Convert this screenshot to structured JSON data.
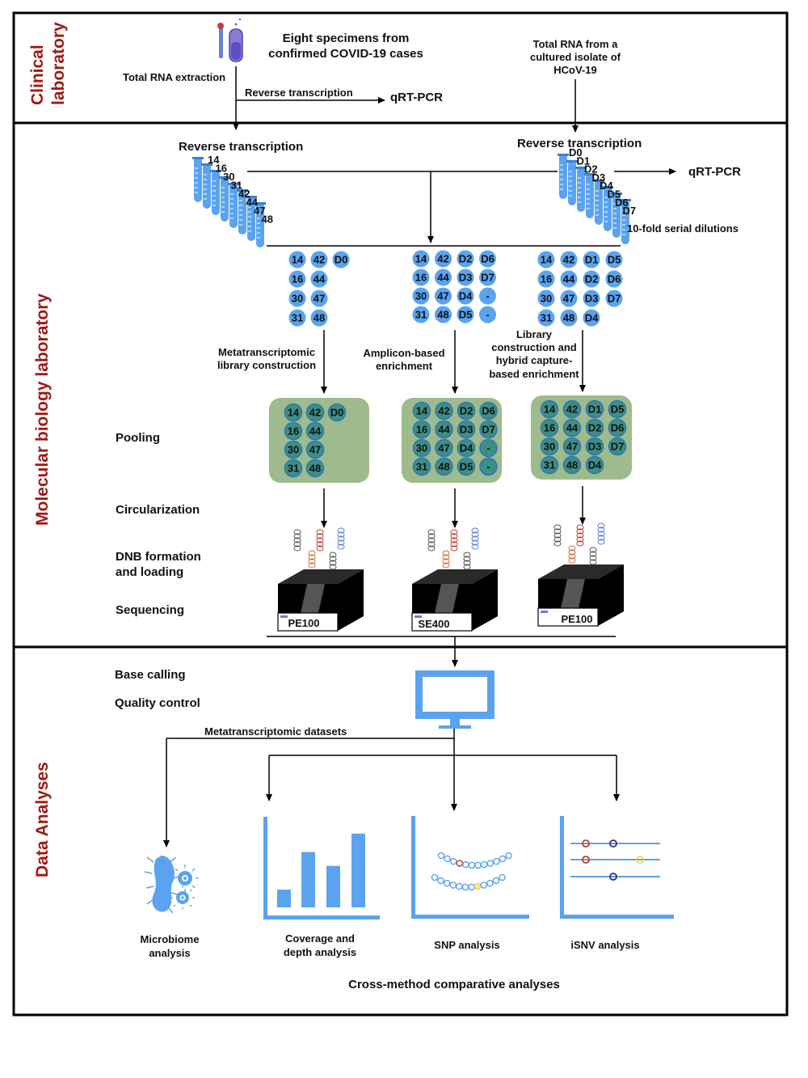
{
  "sections": {
    "clinical": "Clinical laboratory",
    "clinical_lines": [
      "Clinical",
      "laboratory"
    ],
    "molecular": "Molecular biology laboratory",
    "data": "Data Analyses"
  },
  "clinical": {
    "specimens_line1": "Eight specimens from",
    "specimens_line2": "confirmed COVID-19 cases",
    "total_rna_extraction": "Total RNA extraction",
    "reverse_transcription": "Reverse transcription",
    "qrt_pcr": "qRT-PCR",
    "isolate_line1": "Total RNA from a",
    "isolate_line2": "cultured isolate of",
    "isolate_line3": "HCoV-19"
  },
  "molecular": {
    "rt_left": "Reverse transcription",
    "rt_right": "Reverse transcription",
    "qrt_pcr": "qRT-PCR",
    "serial_dilutions": "10-fold serial dilutions",
    "left_tubes": [
      "14",
      "16",
      "30",
      "31",
      "42",
      "44",
      "47",
      "48"
    ],
    "right_tubes": [
      "D0",
      "D1",
      "D2",
      "D3",
      "D4",
      "D5",
      "D6",
      "D7"
    ],
    "group1": {
      "rows": [
        [
          "14",
          "42",
          "D0"
        ],
        [
          "16",
          "44"
        ],
        [
          "30",
          "47"
        ],
        [
          "31",
          "48"
        ]
      ],
      "method_line1": "Metatranscriptomic",
      "method_line2": "library construction",
      "platform": "PE100"
    },
    "group2": {
      "rows": [
        [
          "14",
          "42",
          "D2",
          "D6"
        ],
        [
          "16",
          "44",
          "D3",
          "D7"
        ],
        [
          "30",
          "47",
          "D4",
          "-"
        ],
        [
          "31",
          "48",
          "D5",
          "-"
        ]
      ],
      "method_line1": "Amplicon-based",
      "method_line2": "enrichment",
      "platform": "SE400"
    },
    "group3": {
      "rows": [
        [
          "14",
          "42",
          "D1",
          "D5"
        ],
        [
          "16",
          "44",
          "D2",
          "D6"
        ],
        [
          "30",
          "47",
          "D3",
          "D7"
        ],
        [
          "31",
          "48",
          "D4"
        ]
      ],
      "method_line1": "Library",
      "method_line2": "construction and",
      "method_line3": "hybrid capture-",
      "method_line4": "based enrichment",
      "platform": "PE100"
    },
    "steps": {
      "pooling": "Pooling",
      "circularization": "Circularization",
      "dnb_line1": "DNB formation",
      "dnb_line2": "and loading",
      "sequencing": "Sequencing"
    }
  },
  "analysis": {
    "base_calling": "Base calling",
    "quality_control": "Quality control",
    "metatranscriptomic_datasets": "Metatranscriptomic datasets",
    "microbiome_line1": "Microbiome",
    "microbiome_line2": "analysis",
    "coverage_line1": "Coverage and",
    "coverage_line2": "depth analysis",
    "snp": "SNP analysis",
    "isnv": "iSNV analysis",
    "cross_method": "Cross-method comparative analyses",
    "coverage_bars": [
      0.23,
      0.72,
      0.54,
      0.96
    ]
  },
  "colors": {
    "section_title": "#9b1c14",
    "blue": "#5ba3ee",
    "pool_green": "#9ebb8d",
    "pool_circle": "#3d8f86",
    "red_marker": "#c0392b",
    "navy_marker": "#2a2a8c",
    "yellow_marker": "#e8d84a"
  }
}
